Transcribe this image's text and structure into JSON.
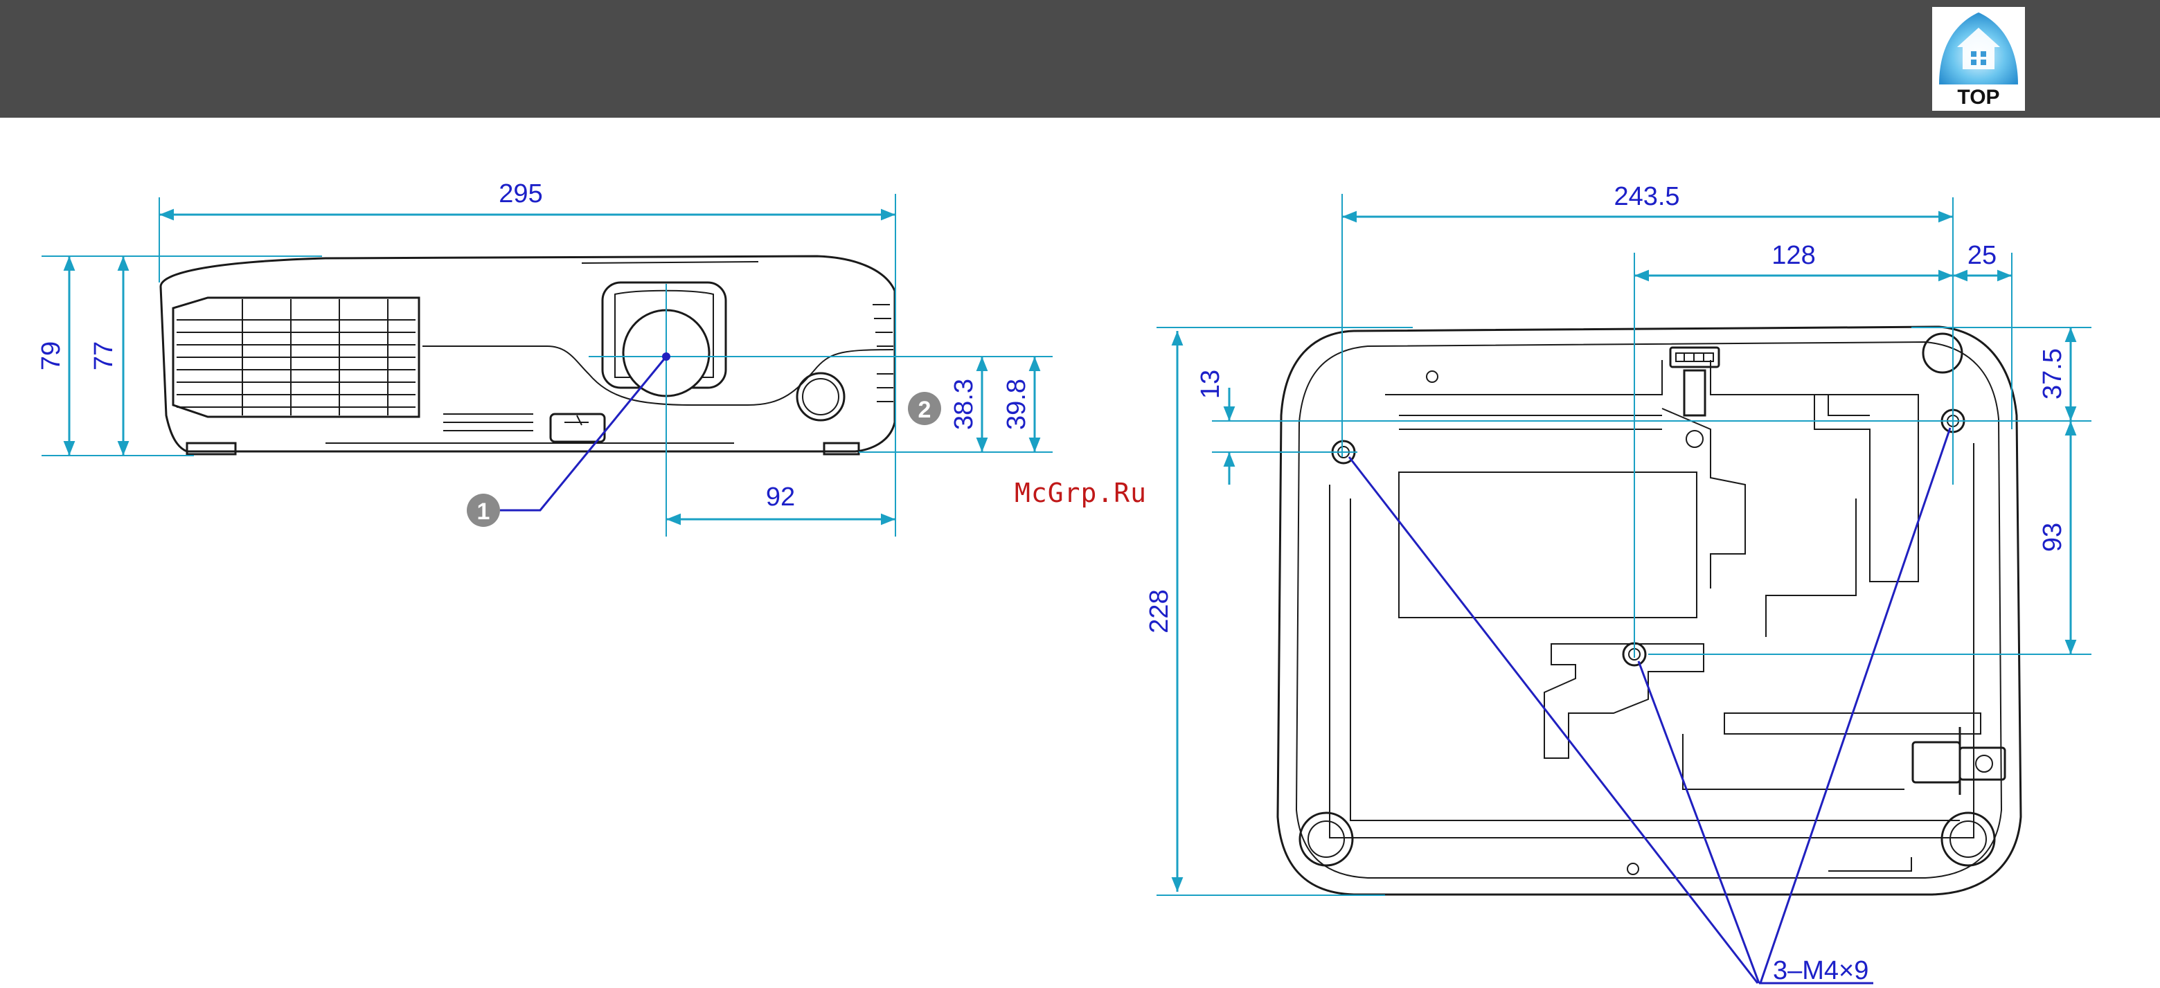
{
  "header": {
    "top_button_label": "TOP",
    "bar_color": "#4b4b4b",
    "logo_color": "#3aa6dd"
  },
  "watermark": "McGrp.Ru",
  "dimensions": {
    "front_width": "295",
    "front_height_total": "79",
    "front_height_body": "77",
    "lens_offset": "92",
    "lens_height_a": "38.3",
    "lens_height_b": "39.8",
    "bottom_span_holes": "243.5",
    "bottom_span_center": "128",
    "bottom_side_offset": "25",
    "bottom_top_offset": "13",
    "bottom_depth": "228",
    "bottom_right_a": "37.5",
    "bottom_right_b": "93"
  },
  "callouts": {
    "marker_1": "1",
    "marker_2": "2",
    "screw_spec": "3–M4×9"
  },
  "colors": {
    "dimension_text": "#1c20c8",
    "dimension_line": "#1aa0c4",
    "marker": "#8a8a8a"
  }
}
